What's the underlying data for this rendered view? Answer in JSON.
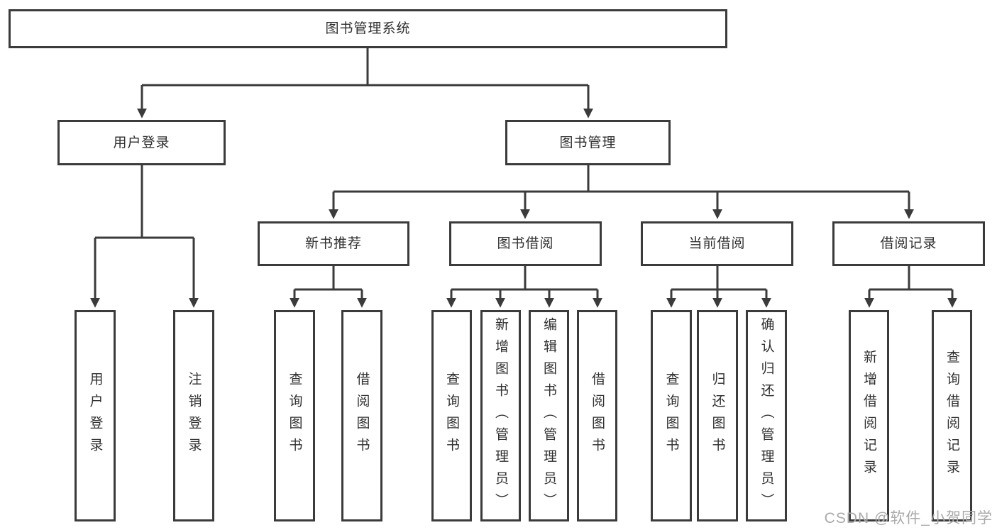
{
  "watermark": "CSDN @软件_小贺同学",
  "colors": {
    "line": "#3b3b3b",
    "box_border": "#3b3b3b",
    "text": "#2f2f2f",
    "watermark": "#aaaaaa",
    "background": "#ffffff"
  },
  "tree": {
    "root": "图书管理系统",
    "branches": [
      {
        "label": "用户登录",
        "leaves": [
          "用户登录",
          "注销登录"
        ]
      },
      {
        "label": "图书管理",
        "groups": [
          {
            "label": "新书推荐",
            "leaves": [
              "查询图书",
              "借阅图书"
            ]
          },
          {
            "label": "图书借阅",
            "leaves": [
              "查询图书",
              "新增图书（管理员）",
              "编辑图书（管理员）",
              "借阅图书"
            ]
          },
          {
            "label": "当前借阅",
            "leaves": [
              "查询图书",
              "归还图书",
              "确认归还（管理员）"
            ]
          },
          {
            "label": "借阅记录",
            "leaves": [
              "新增借阅记录",
              "查询借阅记录"
            ]
          }
        ]
      }
    ]
  }
}
